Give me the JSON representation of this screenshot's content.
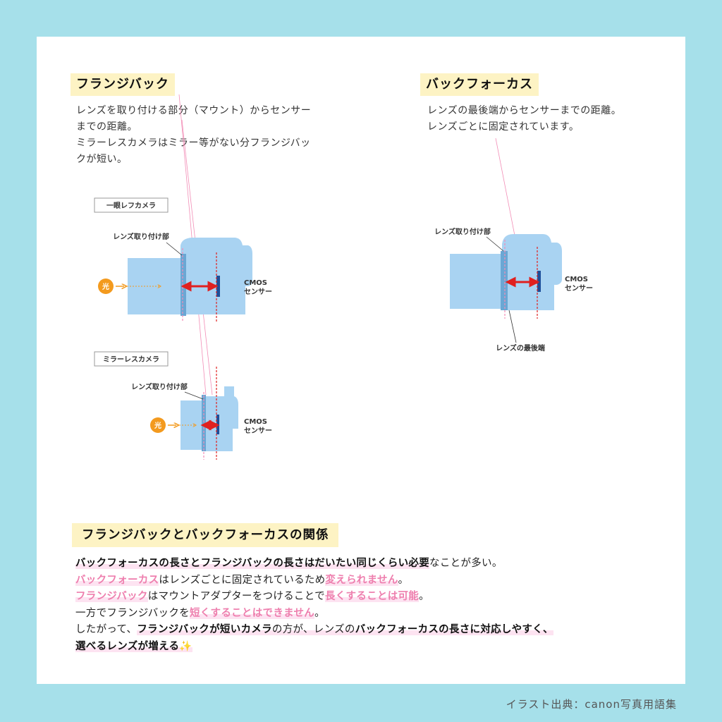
{
  "flange": {
    "title": "フランジバック",
    "desc": [
      "レンズを取り付ける部分（マウント）からセンサー",
      "までの距離。",
      "ミラーレスカメラはミラー等がない分フランジバッ",
      "クが短い。"
    ]
  },
  "backfocus": {
    "title": "バックフォーカス",
    "desc": [
      "レンズの最後端からセンサーまでの距離。",
      "レンズごとに固定されています。"
    ]
  },
  "diagram": {
    "slr_label": "一眼レフカメラ",
    "mirrorless_label": "ミラーレスカメラ",
    "mount_label": "レンズ取り付け部",
    "light_label": "光",
    "sensor_line1": "CMOS",
    "sensor_line2": "センサー",
    "rear_label": "レンズの最後端"
  },
  "relation": {
    "title": "フランジバックとバックフォーカスの関係",
    "l1_a": "バックフォーカスの長さとフランジバックの長さはだいたい同じくらい必要",
    "l1_b": "なことが多い。",
    "l2_a": "バックフォーカス",
    "l2_b": "はレンズごとに固定されているため",
    "l2_c": "変えられません",
    "l2_d": "。",
    "l3_a": "フランジバック",
    "l3_b": "はマウントアダプターをつけることで",
    "l3_c": "長くすることは可能",
    "l3_d": "。",
    "l4_a": "一方でフランジバックを",
    "l4_b": "短くすることはできません",
    "l4_c": "。",
    "l5_a": "したがって、",
    "l5_b": "フランジバックが短いカメラ",
    "l5_c": "の方が、レンズの",
    "l5_d": "バックフォーカスの長さに対応しやすく、",
    "l6_a": "選べるレンズが増える",
    "l6_emoji": "✨"
  },
  "credit": "イラスト出典：canon写真用語集",
  "colors": {
    "background": "#a6e0ea",
    "highlight": "#fdf3c4",
    "pink": "#ee7fae",
    "camera": "#a9d3f2",
    "arrow": "#e0201f",
    "light": "#f39a1e"
  }
}
